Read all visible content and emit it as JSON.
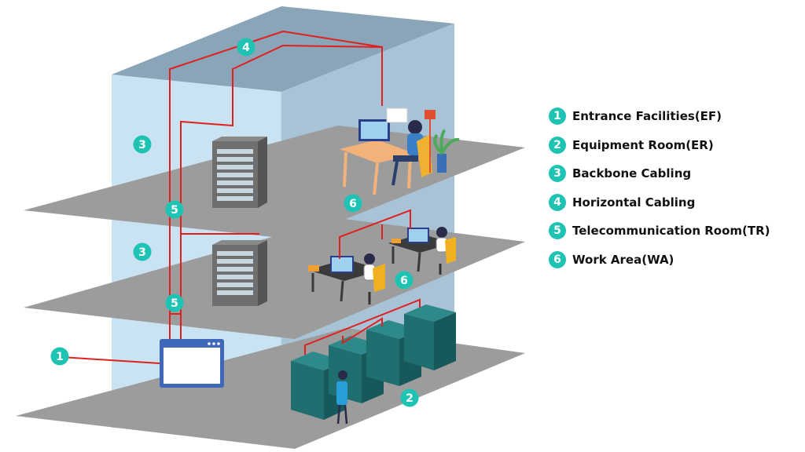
{
  "legend": [
    {
      "num": "1",
      "label": "Entrance Facilities(EF)"
    },
    {
      "num": "2",
      "label": "Equipment Room(ER)"
    },
    {
      "num": "3",
      "label": "Backbone Cabling"
    },
    {
      "num": "4",
      "label": "Horizontal Cabling"
    },
    {
      "num": "5",
      "label": "Telecommunication Room(TR)"
    },
    {
      "num": "6",
      "label": "Work Area(WA)"
    }
  ],
  "markers": {
    "entrance": "1",
    "equipment_room": "2",
    "backbone_upper": "3",
    "backbone_lower": "3",
    "horizontal": "4",
    "tr_upper": "5",
    "tr_lower": "5",
    "work_area_upper": "6",
    "work_area_lower": "6"
  },
  "colors": {
    "badge": "#1fc3b4",
    "cable": "#e02020",
    "building_front": "#c9e3f2",
    "building_side": "#a9c3d6",
    "building_top": "#8aa4b8",
    "floor": "#9c9c9c",
    "rack": "#1f6f70"
  }
}
